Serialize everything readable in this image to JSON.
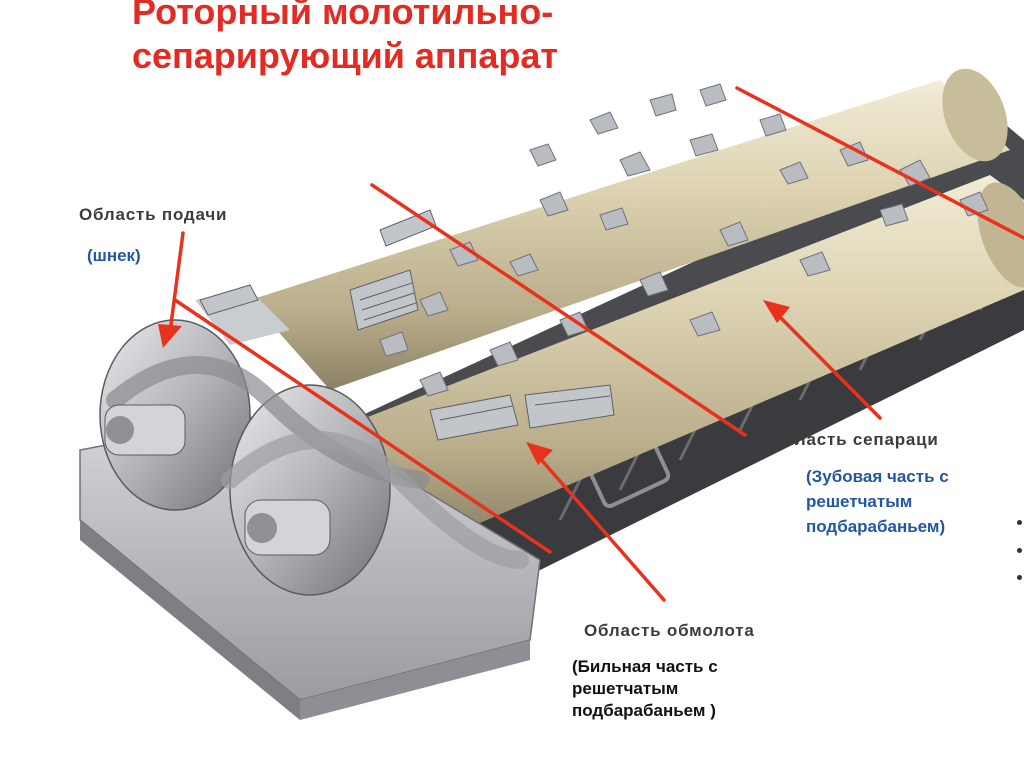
{
  "slide": {
    "title_line1": "Роторный молотильно-",
    "title_line2": "сепарирующий аппарат"
  },
  "labels": {
    "feed_area": "Область подачи",
    "feed_sub": "(шнек)",
    "separation_area": "Область сепараци",
    "separation_sub_line1": "(Зубовая часть с",
    "separation_sub_line2": "решетчатым",
    "separation_sub_line3": "подбарабаньем)",
    "threshing_area": "Область обмолота",
    "threshing_sub_line1": "(Бильная часть с",
    "threshing_sub_line2": "решетчатым",
    "threshing_sub_line3": "подбарабаньем )"
  },
  "colors": {
    "title": "#e42b23",
    "arrow": "#e8321e",
    "rotor": "#d8cfae",
    "sub_blue": "#2356a5"
  }
}
